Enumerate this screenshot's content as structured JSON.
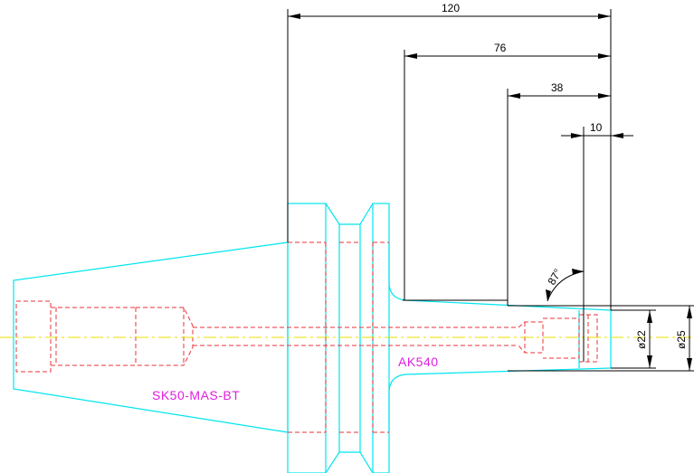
{
  "colors": {
    "outline": "#00e5ee",
    "hidden_lines": "#e8333a",
    "center_line": "#e8e000",
    "dimensions": "#000000",
    "labels": "#e020e0"
  },
  "labels": {
    "holder_name": "SK50-MAS-BT",
    "adapter_name": "AK540"
  },
  "dimensions": {
    "overall_length": "120",
    "taper_length": "76",
    "body_length": "38",
    "tip_length": "10",
    "angle": "87°",
    "inner_diameter": "ø22",
    "outer_diameter": "ø25"
  }
}
